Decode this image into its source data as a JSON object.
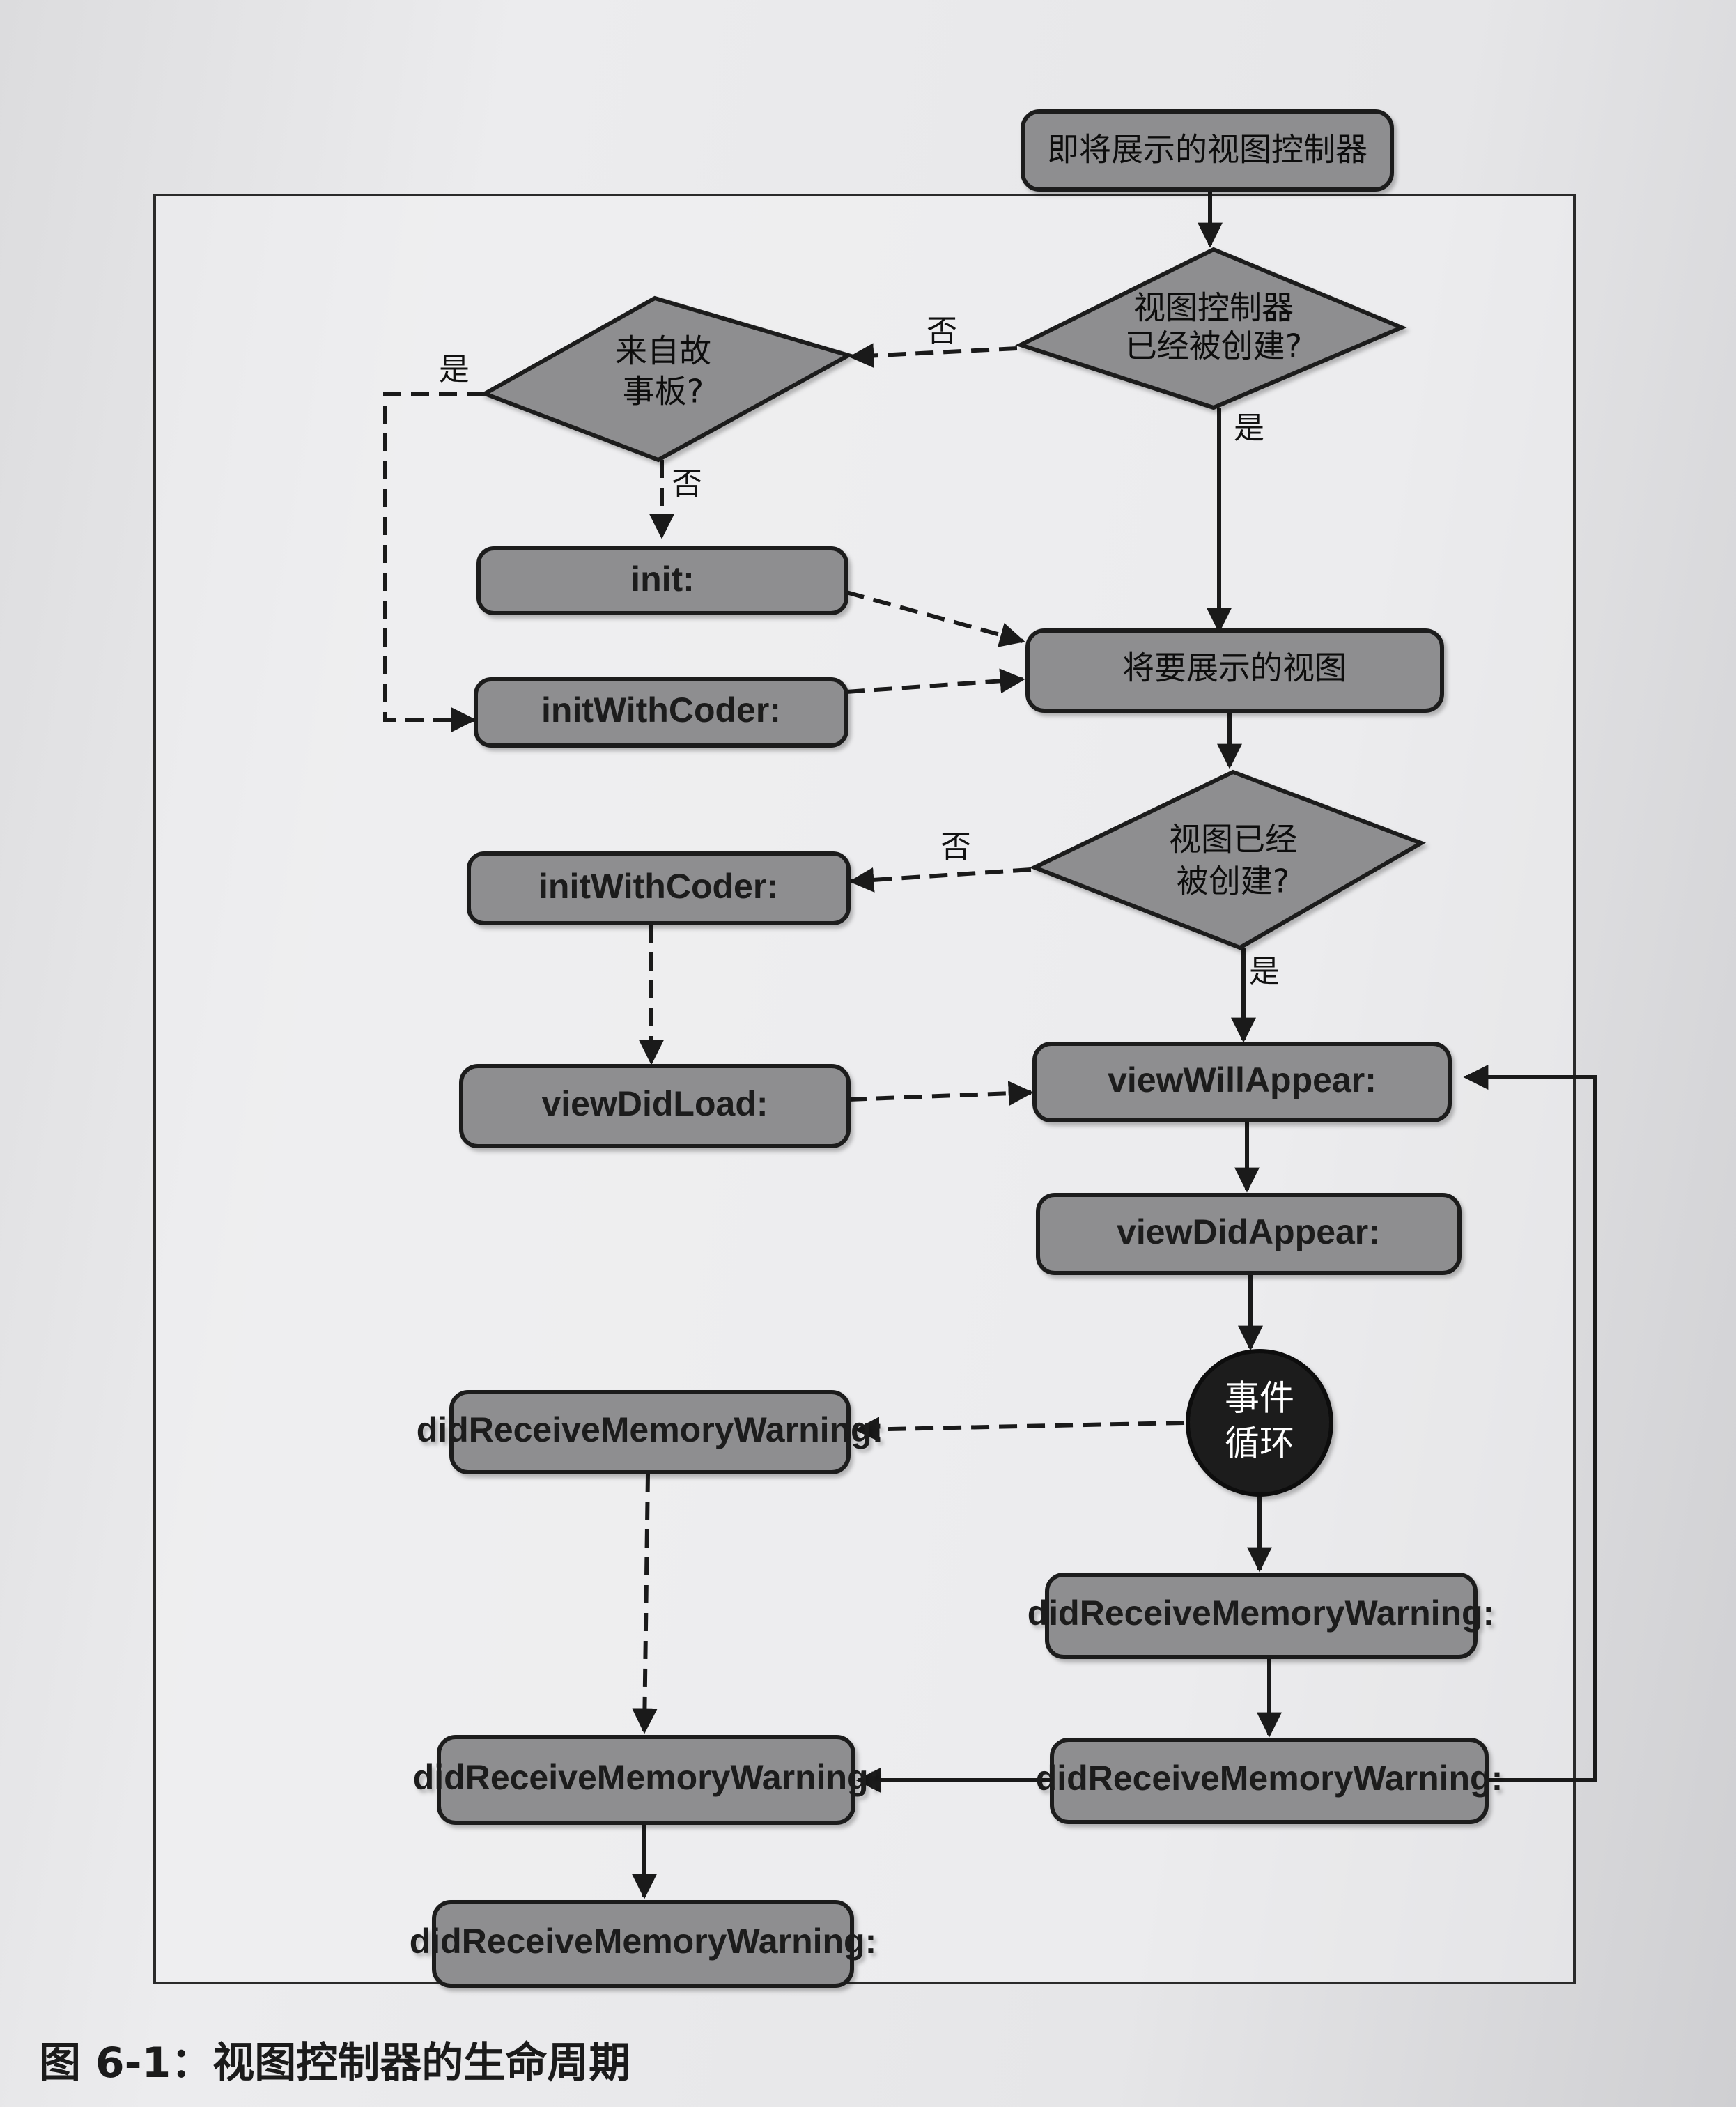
{
  "diagram": {
    "nodes": {
      "start": "即将展示的视图控制器",
      "vc_created": "视图控制器\n已经被创建?",
      "from_storyboard": "来自故\n事板?",
      "init": "init:",
      "init_with_coder_1": "initWithCoder:",
      "will_show_view": "将要展示的视图",
      "view_created": "视图已经\n被创建?",
      "init_with_coder_2": "initWithCoder:",
      "view_did_load": "viewDidLoad:",
      "view_will_appear": "viewWillAppear:",
      "view_did_appear": "viewDidAppear:",
      "event_loop": "事件\n循环",
      "did_receive_memory_warning_left_1": "didReceiveMemoryWarning:",
      "did_receive_memory_warning_right_1": "didReceiveMemoryWarning:",
      "did_receive_memory_warning_right_2": "didReceiveMemoryWarning:",
      "did_receive_memory_warning_left_2": "didReceiveMemoryWarning:",
      "did_receive_memory_warning_left_3": "didReceiveMemoryWarning:"
    },
    "edge_labels": {
      "vc_created_no": "否",
      "vc_created_yes": "是",
      "storyboard_yes": "是",
      "storyboard_no": "否",
      "view_created_no": "否",
      "view_created_yes": "是"
    },
    "colors": {
      "box_fill": "#8e8e90",
      "box_stroke": "#1f1f1f",
      "circle_fill": "#1c1c1c"
    }
  },
  "caption": "图 6-1：视图控制器的生命周期"
}
